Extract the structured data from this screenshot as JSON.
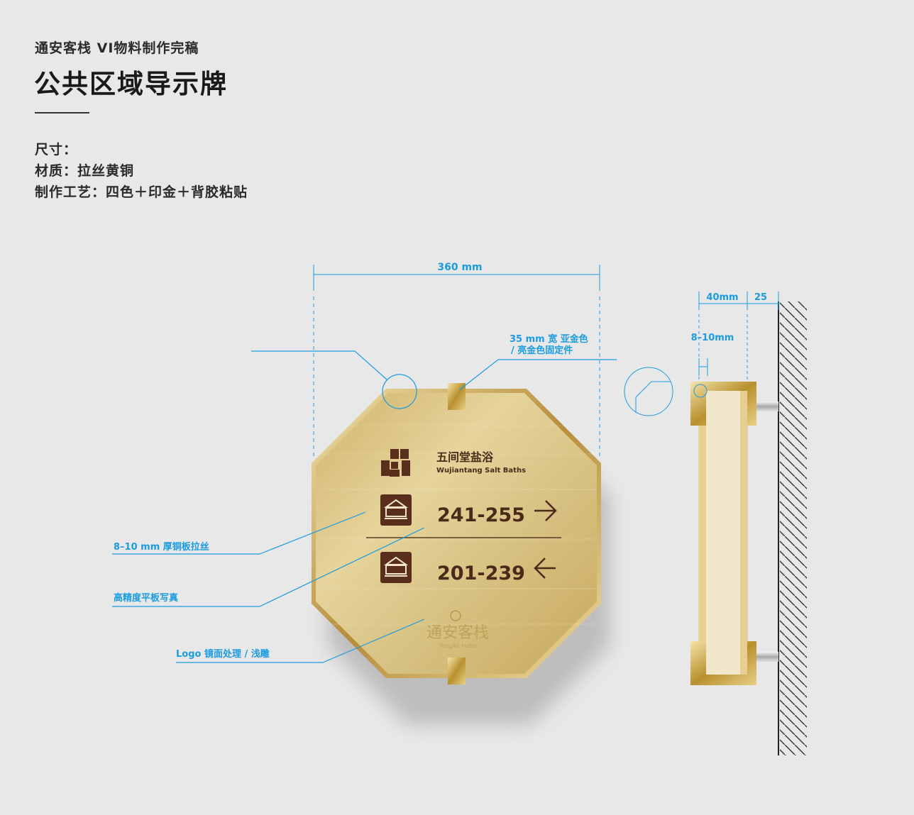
{
  "header": {
    "subtitle": "通安客栈 VI物料制作完稿",
    "title": "公共区域导示牌"
  },
  "specs": {
    "size": "尺寸：",
    "material": "材质：拉丝黄铜",
    "process": "制作工艺：四色＋印金＋背胶粘贴"
  },
  "dimensions": {
    "width": "360 mm",
    "bracket_note_1": "35 mm 宽 亚金色",
    "bracket_note_2": "/ 亮金色固定件",
    "depth": "40mm",
    "gap": "25",
    "thickness": "8–10mm"
  },
  "callouts": {
    "plate": "8–10 mm 厚铜板拉丝",
    "print": "高精度平板写真",
    "logo": "Logo 镜面处理 / 浅雕"
  },
  "sign": {
    "brand_cn": "五间堂盐浴",
    "brand_en": "Wujiantang Salt Baths",
    "room_range_1": "241-255",
    "room_range_2": "201-239",
    "logo_cn": "通安客栈",
    "logo_en": "TongAn Hotel"
  },
  "colors": {
    "dimension_blue": "#1b9be0",
    "brass": "#d9c48a",
    "icon_brown": "#5a2e1c"
  }
}
